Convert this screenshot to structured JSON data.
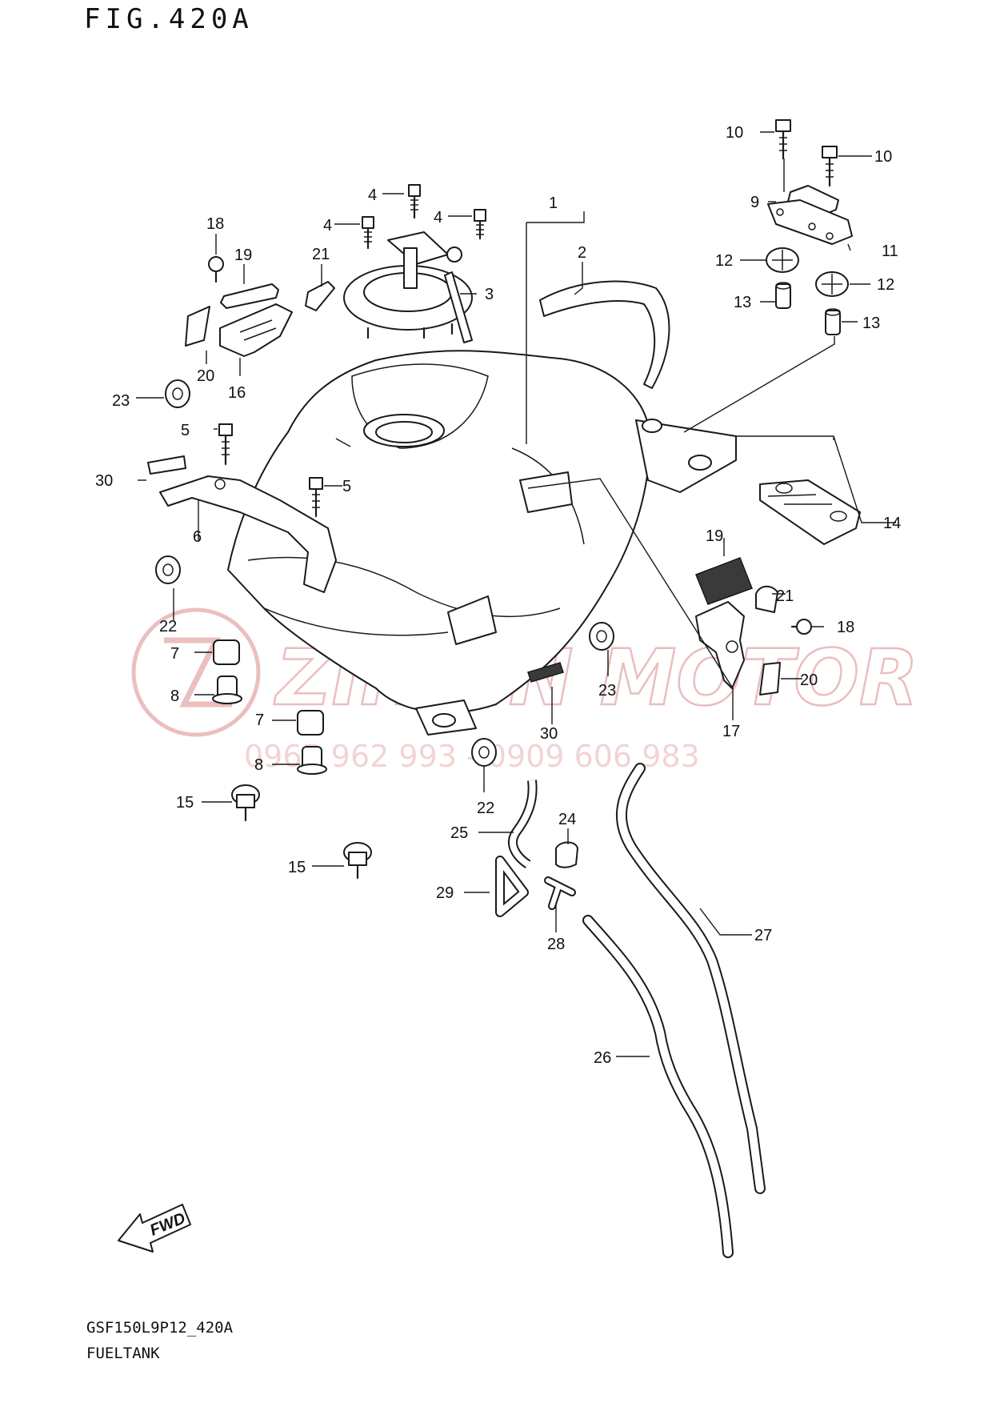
{
  "figure": {
    "title": "FIG.420A",
    "drawing_code": "GSF150L9P12_420A",
    "name": "FUELTANK"
  },
  "watermark": {
    "brand": "ZINZIN MOTOR",
    "phones": "0965 962 993 - 0909 606 983"
  },
  "direction_badge": "FWD",
  "callouts": {
    "c1": "1",
    "c2": "2",
    "c3": "3",
    "c4a": "4",
    "c4b": "4",
    "c4c": "4",
    "c5a": "5",
    "c5b": "5",
    "c6": "6",
    "c7a": "7",
    "c7b": "7",
    "c8a": "8",
    "c8b": "8",
    "c9": "9",
    "c10a": "10",
    "c10b": "10",
    "c11": "11",
    "c12a": "12",
    "c12b": "12",
    "c13a": "13",
    "c13b": "13",
    "c14": "14",
    "c15a": "15",
    "c15b": "15",
    "c16": "16",
    "c17": "17",
    "c18a": "18",
    "c18b": "18",
    "c19a": "19",
    "c19b": "19",
    "c20a": "20",
    "c20b": "20",
    "c21a": "21",
    "c21b": "21",
    "c22a": "22",
    "c22b": "22",
    "c23a": "23",
    "c23b": "23",
    "c24": "24",
    "c25": "25",
    "c26": "26",
    "c27": "27",
    "c28": "28",
    "c29": "29",
    "c30a": "30",
    "c30b": "30"
  },
  "colors": {
    "line": "#1a1a1a",
    "watermark": "#e4a9a9"
  }
}
